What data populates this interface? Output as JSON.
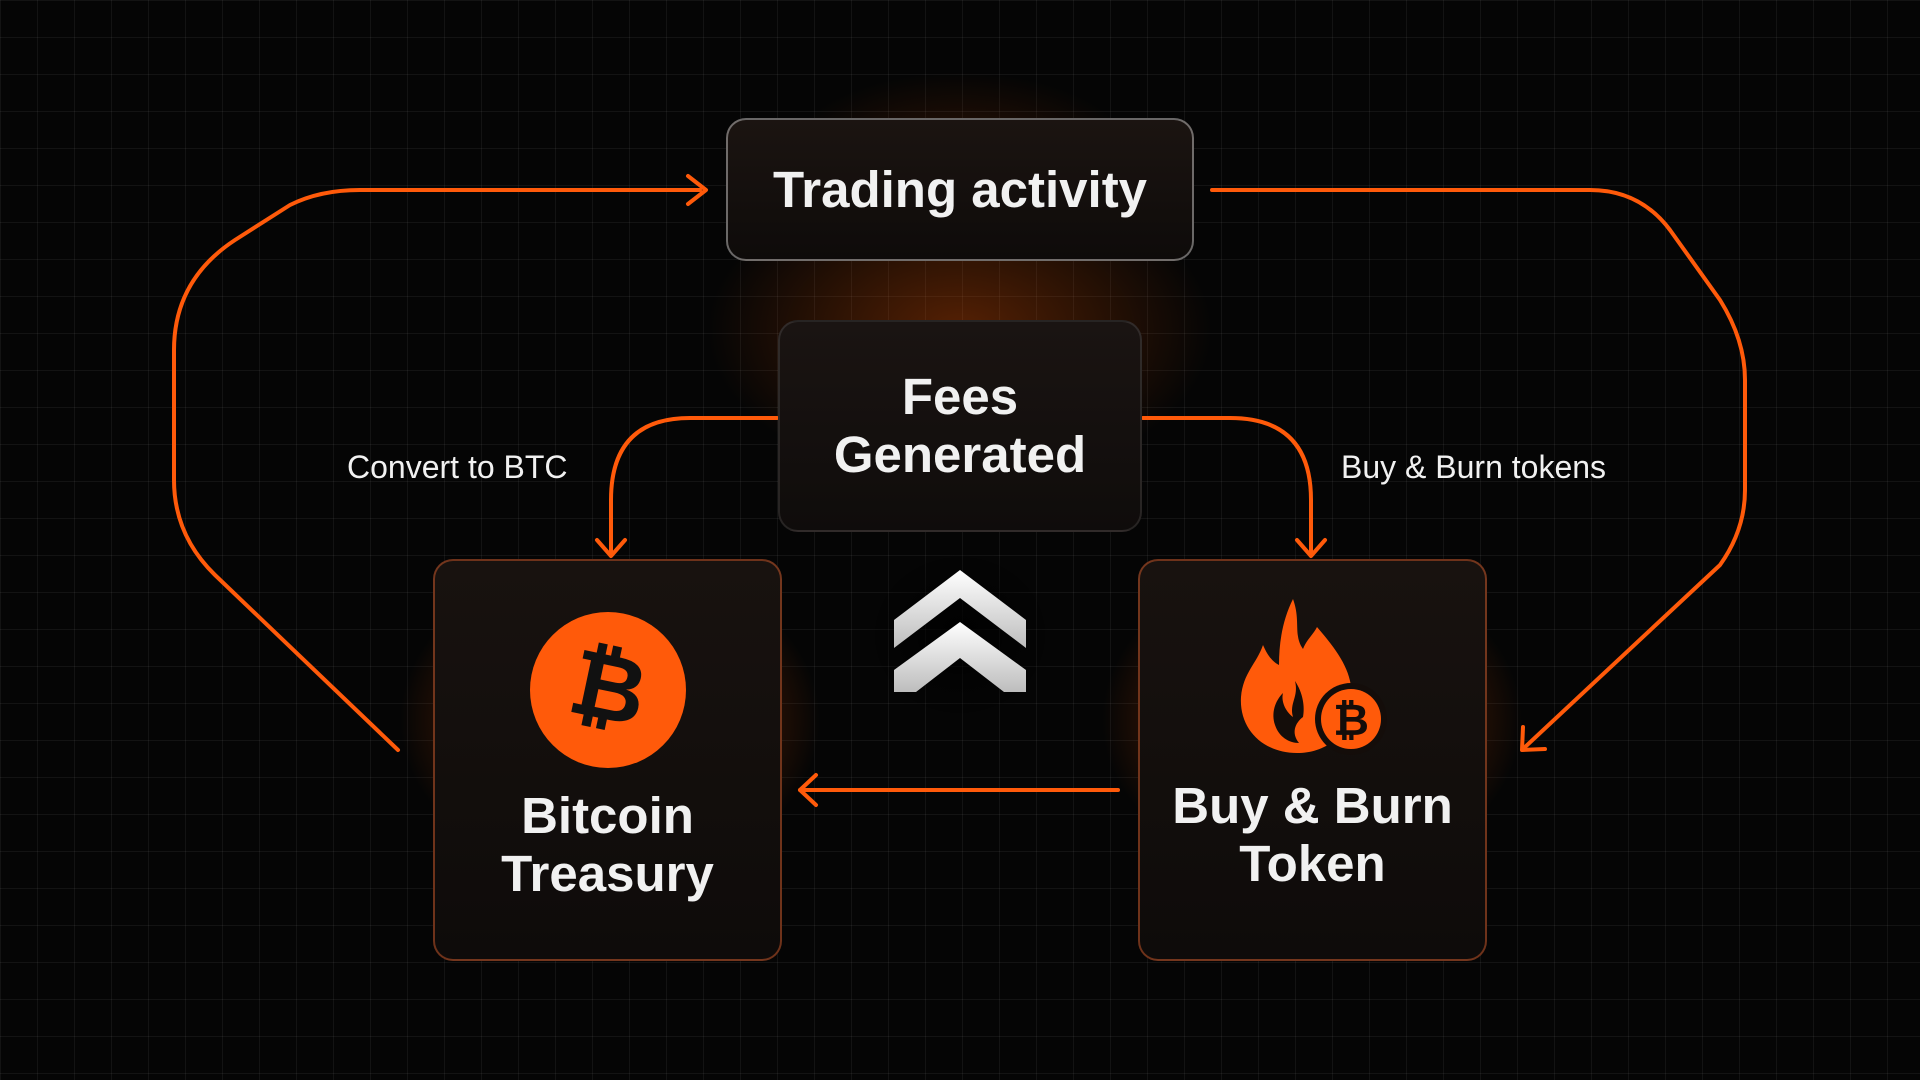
{
  "diagram": {
    "nodes": {
      "trading": {
        "label": "Trading activity"
      },
      "fees": {
        "label": "Fees\nGenerated"
      },
      "treasury": {
        "label": "Bitcoin\nTreasury",
        "icon": "bitcoin-coin-icon"
      },
      "burn": {
        "label": "Buy & Burn\nToken",
        "icon": "flame-bitcoin-icon"
      }
    },
    "edge_labels": {
      "convert": "Convert to BTC",
      "buy_burn": "Buy & Burn tokens"
    },
    "edges": [
      {
        "from": "treasury",
        "to": "trading"
      },
      {
        "from": "trading",
        "to": "burn"
      },
      {
        "from": "fees",
        "to": "treasury",
        "label": "Convert to BTC"
      },
      {
        "from": "fees",
        "to": "burn",
        "label": "Buy & Burn tokens"
      },
      {
        "from": "burn",
        "to": "treasury"
      }
    ],
    "center_icon": "double-chevron-up-logo-icon"
  },
  "colors": {
    "accent": "#ff5a0a",
    "background": "#050505",
    "text": "#f1f1f1"
  }
}
